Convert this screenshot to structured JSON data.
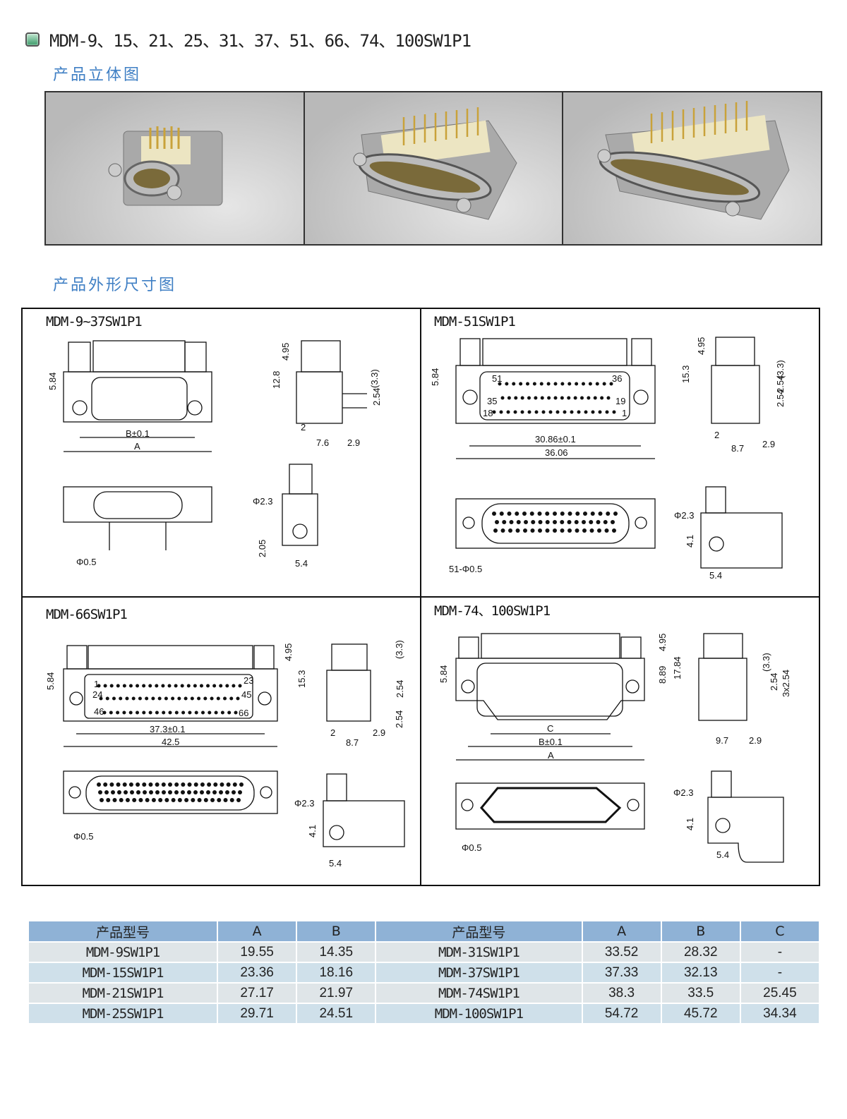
{
  "title": "MDM-9、15、21、25、31、37、51、66、74、100SW1P1",
  "section_3d": "产品立体图",
  "section_dims": "产品外形尺寸图",
  "drawings": {
    "q1": {
      "title": "MDM-9~37SW1P1",
      "labels": [
        "5.84",
        "B±0.1",
        "A",
        "12.8",
        "4.95",
        "(3.3)",
        "2.54",
        "2",
        "7.6",
        "2.9",
        "Φ2.3",
        "2.05",
        "5.4",
        "Φ0.5"
      ]
    },
    "q2": {
      "title": "MDM-51SW1P1",
      "labels": [
        "5.84",
        "51",
        "36",
        "35",
        "19",
        "18",
        "1",
        "30.86±0.1",
        "36.06",
        "15.3",
        "4.95",
        "(3.3)",
        "2.54",
        "2.54",
        "2",
        "8.7",
        "2.9",
        "Φ2.3",
        "4.1",
        "5.4",
        "51-Φ0.5"
      ]
    },
    "q3": {
      "title": "MDM-66SW1P1",
      "labels": [
        "5.84",
        "1",
        "23",
        "24",
        "45",
        "46",
        "66",
        "37.3±0.1",
        "42.5",
        "4.95",
        "15.3",
        "(3.3)",
        "2.54",
        "2.54",
        "2",
        "8.7",
        "2.9",
        "Φ0.5",
        "Φ2.3",
        "4.1",
        "5.4"
      ]
    },
    "q4": {
      "title": "MDM-74、100SW1P1",
      "labels": [
        "5.84",
        "4.95",
        "8.89",
        "17.84",
        "C",
        "B±0.1",
        "A",
        "(3.3)",
        "2.54",
        "3x2.54",
        "9.7",
        "2.9",
        "Φ0.5",
        "Φ2.3",
        "4.1",
        "5.4"
      ]
    }
  },
  "table": {
    "headers": [
      "产品型号",
      "A",
      "B",
      "产品型号",
      "A",
      "B",
      "C"
    ],
    "rows": [
      [
        "MDM-9SW1P1",
        "19.55",
        "14.35",
        "MDM-31SW1P1",
        "33.52",
        "28.32",
        "-"
      ],
      [
        "MDM-15SW1P1",
        "23.36",
        "18.16",
        "MDM-37SW1P1",
        "37.33",
        "32.13",
        "-"
      ],
      [
        "MDM-21SW1P1",
        "27.17",
        "21.97",
        "MDM-74SW1P1",
        "38.3",
        "33.5",
        "25.45"
      ],
      [
        "MDM-25SW1P1",
        "29.71",
        "24.51",
        "MDM-100SW1P1",
        "54.72",
        "45.72",
        "34.34"
      ]
    ]
  }
}
